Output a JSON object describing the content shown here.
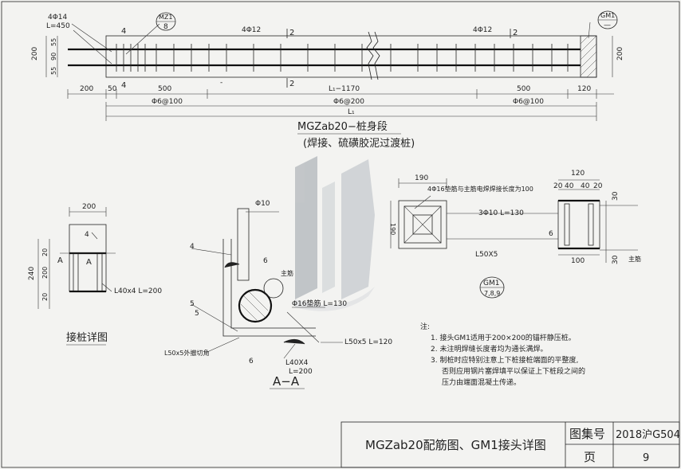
{
  "elevation": {
    "bar_top_label": "4Φ14",
    "bar_top_len": "L=450",
    "stirrup_mark_a": "4",
    "mark_mz1_top": "MZ1",
    "mark_mz1_bot": "8",
    "rebar_left": "4Φ12",
    "sec_mark_left": "2",
    "rebar_right": "4Φ12",
    "sec_mark_right": "2",
    "mark_gm1_top": "GM1",
    "mark_gm1_bot": "—",
    "dim_left_200": "200",
    "dim_55a": "55",
    "dim_90": "90",
    "dim_55b": "55",
    "dim_right_200": "200",
    "dim_b_200": "200",
    "dim_b_50": "50",
    "stirrup_mark_b": "4",
    "dim_b_500a": "500",
    "dim_b_dash": "-",
    "sec_mark_bottom": "2",
    "dim_b_l1": "L₁−1170",
    "dim_b_500b": "500",
    "dim_b_120": "120",
    "spacing_a": "Φ6@100",
    "spacing_b": "Φ6@200",
    "spacing_c": "Φ6@100",
    "dim_total": "L₁",
    "title": "MGZab20−桩身段",
    "subtitle": "(焊接、硫磺胶泥过渡桩)"
  },
  "splice": {
    "dim_top": "200",
    "bar_4": "4",
    "sec_a_left": "A",
    "sec_a_right": "A",
    "dim_240": "240",
    "dim_20a": "20",
    "dim_200": "200",
    "dim_20b": "20",
    "angle": "L40x4 L=200",
    "title": "接桩详图"
  },
  "section": {
    "bar_phi10": "Φ10",
    "mark_4": "4",
    "mark_6a": "6",
    "main_bar": "主筋",
    "mark_5a": "5",
    "mark_5b": "5",
    "pad_bar": "Φ16垫筋 L=130",
    "angle_ext": "L50x5外撤切角",
    "angle_l50": "L50x5 L=120",
    "mark_6b": "6",
    "angle_l40_a": "L40X4",
    "angle_l40_b": "L=200",
    "title": "A−A"
  },
  "gm1": {
    "dim_190_top": "190",
    "pad_note": "4Φ16垫筋与主筋电焊焊接长度为100",
    "dim_190_side": "190",
    "bar_3phi10": "3Φ10 L=130",
    "mark_6": "6",
    "angle": "L50X5",
    "dim_120": "120",
    "dim_20a": "20",
    "dim_40a": "40",
    "dim_40b": "40",
    "dim_20b": "20",
    "dim_30a": "30",
    "dim_30b": "30",
    "dim_100": "100",
    "main_bar": "主筋",
    "callout_top": "GM1",
    "callout_bot": "7,8,9"
  },
  "notes": {
    "heading": "注:",
    "items": [
      "1. 接头GM1适用于200×200的锚杆静压桩。",
      "2. 未注明焊缝长度者均为通长满焊。",
      "3. 制桩时应特别注意上下桩接桩端面的平整度,",
      "否则应用钢片塞焊填平以保证上下桩段之间的",
      "压力由端面混凝土传递。"
    ]
  },
  "title_block": {
    "drawing_title": "MGZab20配筋图、GM1接头详图",
    "atlas_label": "图集号",
    "atlas_no": "2018沪G504",
    "page_label": "页",
    "page_no": "9"
  }
}
